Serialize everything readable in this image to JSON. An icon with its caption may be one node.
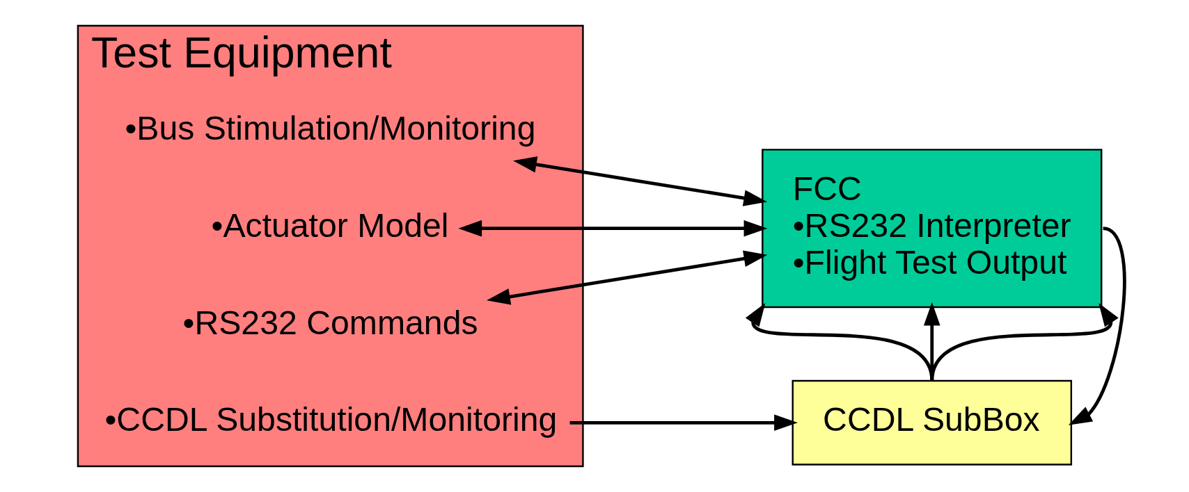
{
  "diagram": {
    "nodes": [
      {
        "text": [
          "Test Equipment"
        ]
      },
      {
        "text": [
          "•Bus Stimulation/Monitoring"
        ],
        "in": 0
      },
      {
        "text": [
          "•Actuator Model"
        ],
        "in": 0
      },
      {
        "text": [
          "•RS232 Commands"
        ],
        "in": 0
      },
      {
        "text": [
          "•CCDL Substitution/Monitoring"
        ],
        "in": 0
      },
      {
        "text": [
          "FCC",
          "•RS232 Interpreter",
          "•Flight Test Output"
        ]
      },
      {
        "text": [
          "CCDL SubBox"
        ]
      }
    ],
    "edges": [
      {
        "from": 5,
        "to": 1,
        "arrow": "both"
      },
      {
        "from": 5,
        "to": 2,
        "arrow": "both"
      },
      {
        "from": 5,
        "to": 3,
        "arrow": "both"
      },
      {
        "from": 4,
        "to": 6,
        "arrow": "to"
      },
      {
        "from": 6,
        "to": 5,
        "arrow": "to"
      },
      {
        "from": 6,
        "to": 5,
        "arrow": "to"
      },
      {
        "from": 6,
        "to": 5,
        "arrow": "to"
      },
      {
        "from": 5,
        "to": 6,
        "arrow": "to"
      }
    ]
  }
}
